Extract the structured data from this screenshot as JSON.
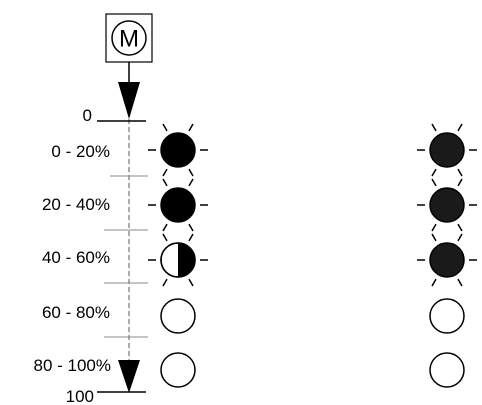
{
  "motor": {
    "label": "M"
  },
  "scale": {
    "top_label": "0",
    "bottom_label": "100",
    "ranges": [
      "0 - 20%",
      "20 - 40%",
      "40 - 60%",
      "60 - 80%",
      "80 - 100%"
    ]
  },
  "left_indicators": [
    "full",
    "full",
    "half",
    "off",
    "off"
  ],
  "left_glow": [
    true,
    true,
    true,
    false,
    false
  ],
  "right_indicators": [
    "full",
    "full",
    "full",
    "off",
    "off"
  ],
  "right_glow": [
    true,
    true,
    true,
    false,
    false
  ],
  "colors": {
    "line": "#000000",
    "fill_left": "#000000",
    "fill_right": "#1a1a1a",
    "axis_dash": "#555555"
  }
}
